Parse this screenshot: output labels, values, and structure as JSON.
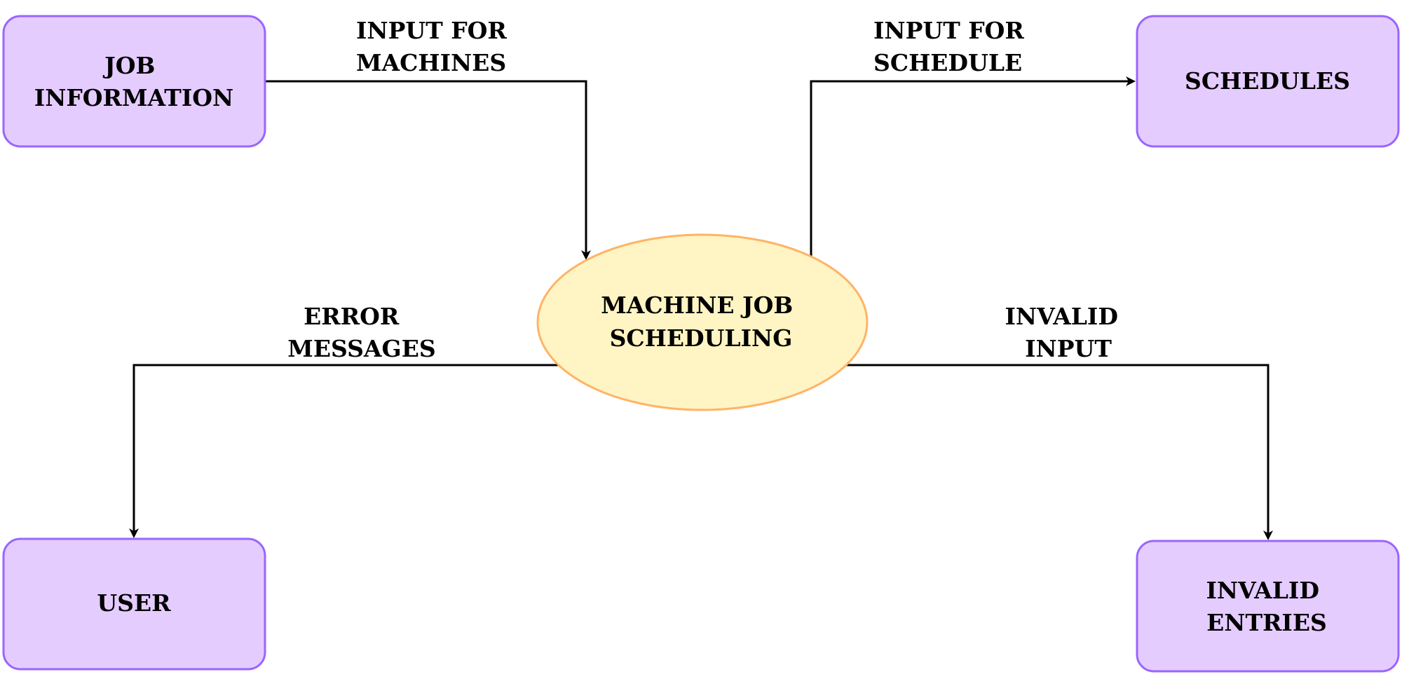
{
  "colors": {
    "entity_fill": "#e5ccff",
    "entity_stroke": "#9966ff",
    "process_fill": "#fff4c3",
    "process_stroke": "#ffb366",
    "line": "#000000"
  },
  "nodes": {
    "job_information": {
      "lines": [
        "JOB",
        "INFORMATION"
      ]
    },
    "schedules": {
      "lines": [
        "SCHEDULES"
      ]
    },
    "process": {
      "lines": [
        "MACHINE JOB",
        "SCHEDULING"
      ]
    },
    "user": {
      "lines": [
        "USER"
      ]
    },
    "invalid_entries": {
      "lines": [
        "INVALID",
        "ENTRIES"
      ]
    }
  },
  "edges": {
    "input_for_machines": {
      "lines": [
        "INPUT FOR",
        "MACHINES"
      ]
    },
    "input_for_schedule": {
      "lines": [
        "INPUT FOR",
        "SCHEDULE"
      ]
    },
    "error_messages": {
      "lines": [
        "ERROR",
        "MESSAGES"
      ]
    },
    "invalid_input": {
      "lines": [
        "INVALID",
        "INPUT"
      ]
    }
  }
}
